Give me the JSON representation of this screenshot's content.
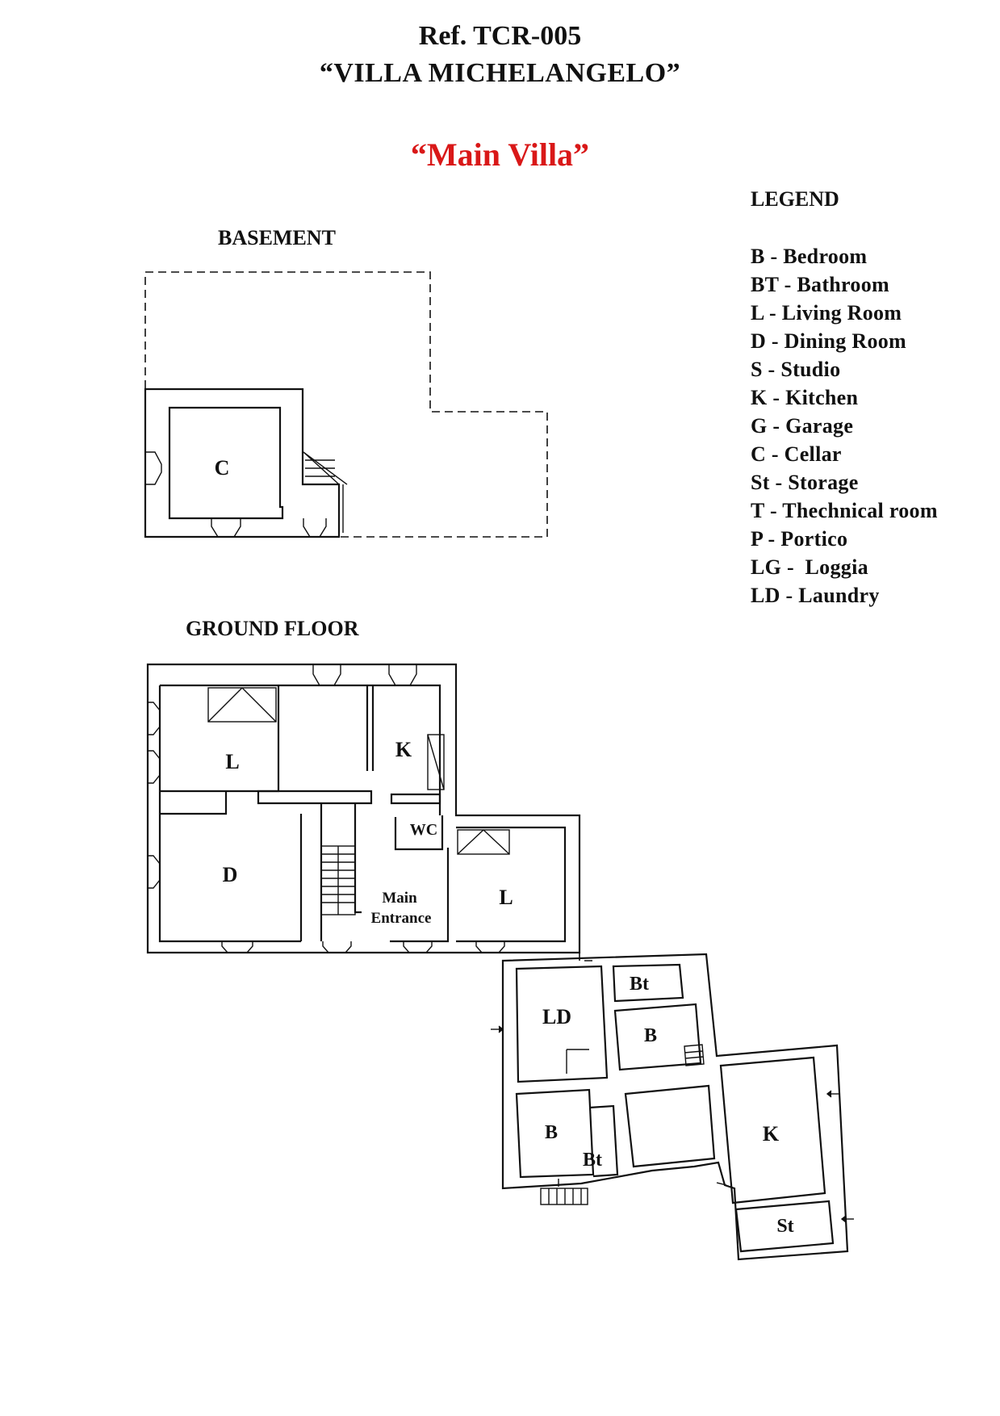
{
  "header": {
    "ref": "Ref. TCR-005",
    "villa_name": "“VILLA MICHELANGELO”",
    "subtitle": "“Main Villa”",
    "subtitle_color": "#d91818"
  },
  "legend": {
    "heading": "LEGEND",
    "items": [
      "B - Bedroom",
      "BT - Bathroom",
      "L - Living Room",
      "D - Dining Room",
      "S - Studio",
      "K - Kitchen",
      "G - Garage",
      "C - Cellar",
      "St - Storage",
      "T - Thechnical room",
      "P - Portico",
      "LG -  Loggia",
      "LD - Laundry"
    ]
  },
  "basement": {
    "heading": "BASEMENT",
    "rooms": {
      "cellar": "C"
    }
  },
  "ground_floor": {
    "heading": "GROUND FLOOR",
    "rooms": {
      "living_main": "L",
      "dining": "D",
      "kitchen_main": "K",
      "wc": "WC",
      "entrance_line1": "Main",
      "entrance_line2": "Entrance",
      "living_east": "L",
      "laundry": "LD",
      "bath_north": "Bt",
      "bedroom_north": "B",
      "bedroom_south": "B",
      "bath_south": "Bt",
      "kitchen_annex": "K",
      "storage": "St"
    }
  }
}
